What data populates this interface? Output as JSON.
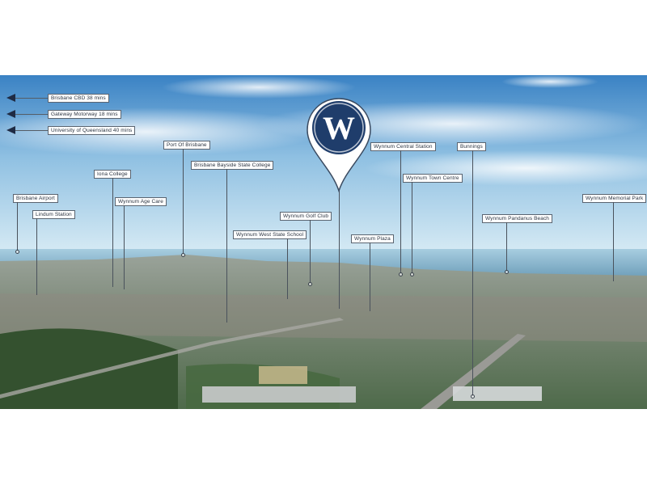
{
  "directions": [
    {
      "label": "Brisbane CBD 38 mins"
    },
    {
      "label": "Gateway Motorway 18 mins"
    },
    {
      "label": "University of Queensland 40 mins"
    }
  ],
  "landmarks": [
    {
      "key": "airport",
      "label": "Brisbane Airport"
    },
    {
      "key": "lindum",
      "label": "Lindum Station"
    },
    {
      "key": "iona",
      "label": "Iona College"
    },
    {
      "key": "agedcare",
      "label": "Wynnum Age Care"
    },
    {
      "key": "port",
      "label": "Port Of Brisbane"
    },
    {
      "key": "bayside",
      "label": "Brisbane Bayside State College"
    },
    {
      "key": "westschool",
      "label": "Wynnum West State School"
    },
    {
      "key": "golf",
      "label": "Wynnum Golf Club"
    },
    {
      "key": "plaza",
      "label": "Wynnum Plaza"
    },
    {
      "key": "central",
      "label": "Wynnum Central Station"
    },
    {
      "key": "towncentre",
      "label": "Wynnum Town Centre"
    },
    {
      "key": "bunnings",
      "label": "Bunnings"
    },
    {
      "key": "pandanus",
      "label": "Wynnum Pandanus Beach"
    },
    {
      "key": "memorial",
      "label": "Wynnum Memorial Park"
    }
  ],
  "pin": {
    "letter": "W",
    "colors": {
      "ring": "#ffffff",
      "inner": "#1f3d6b",
      "letter": "#ffffff"
    }
  },
  "colors": {
    "sky_top": "#3f86c6",
    "sky_mid": "#a9cfe6",
    "sea": "#8fb8cf",
    "land": "#7c8a78"
  }
}
